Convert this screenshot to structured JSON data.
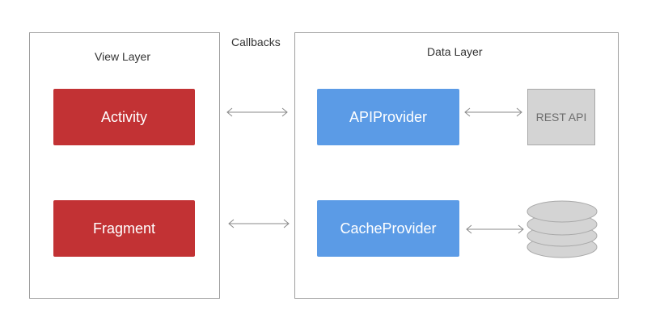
{
  "diagram": {
    "callbacks_label": "Callbacks",
    "view_layer": {
      "title": "View Layer",
      "components": [
        "Activity",
        "Fragment"
      ]
    },
    "data_layer": {
      "title": "Data Layer",
      "providers": [
        "APIProvider",
        "CacheProvider"
      ],
      "rest_api_label": "REST API"
    },
    "colors": {
      "view_component": "#c23234",
      "provider": "#5b9be6",
      "external": "#d4d4d4",
      "border": "#9e9e9e",
      "arrow": "#8a8a8a"
    }
  }
}
